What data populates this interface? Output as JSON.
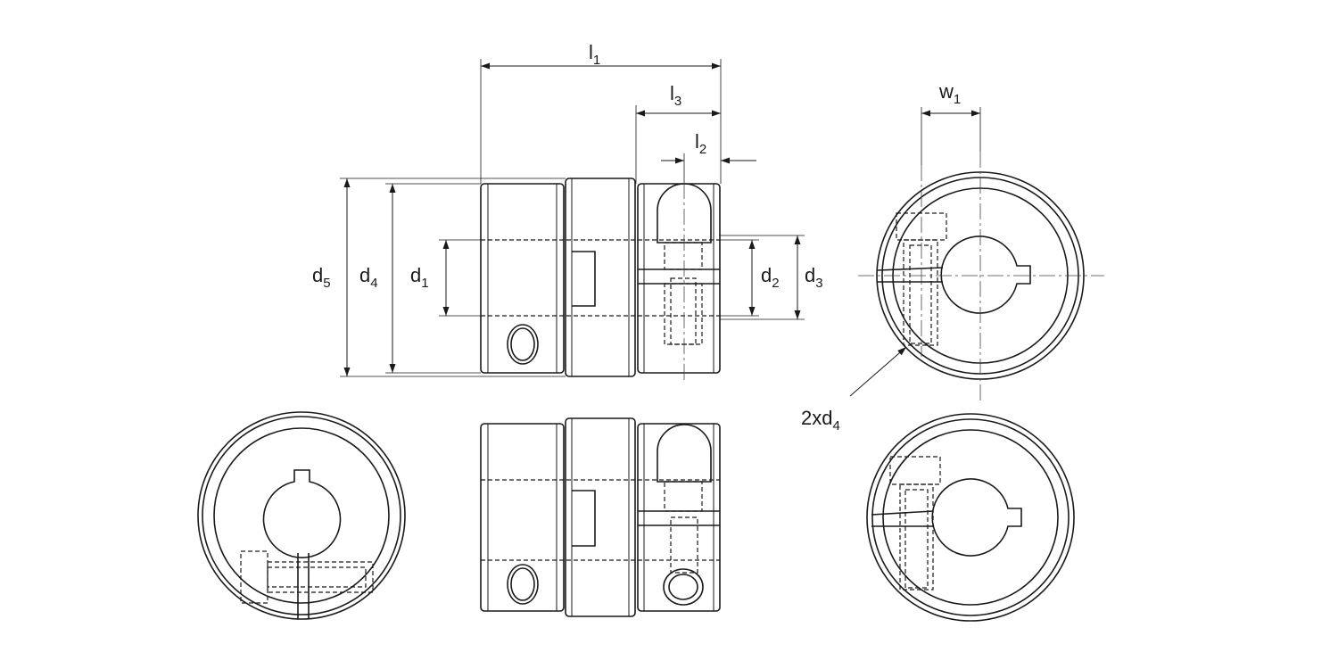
{
  "labels": {
    "l1": {
      "main": "l",
      "sub": "1"
    },
    "l2": {
      "main": "l",
      "sub": "2"
    },
    "l3": {
      "main": "l",
      "sub": "3"
    },
    "w1": {
      "main": "w",
      "sub": "1"
    },
    "d1": {
      "main": "d",
      "sub": "1"
    },
    "d2": {
      "main": "d",
      "sub": "2"
    },
    "d3": {
      "main": "d",
      "sub": "3"
    },
    "d4": {
      "main": "d",
      "sub": "4"
    },
    "d5": {
      "main": "d",
      "sub": "5"
    },
    "screw": {
      "main": "2xd",
      "sub": "4"
    }
  },
  "colors": {
    "line": "#1a1a1a",
    "background": "#ffffff"
  }
}
